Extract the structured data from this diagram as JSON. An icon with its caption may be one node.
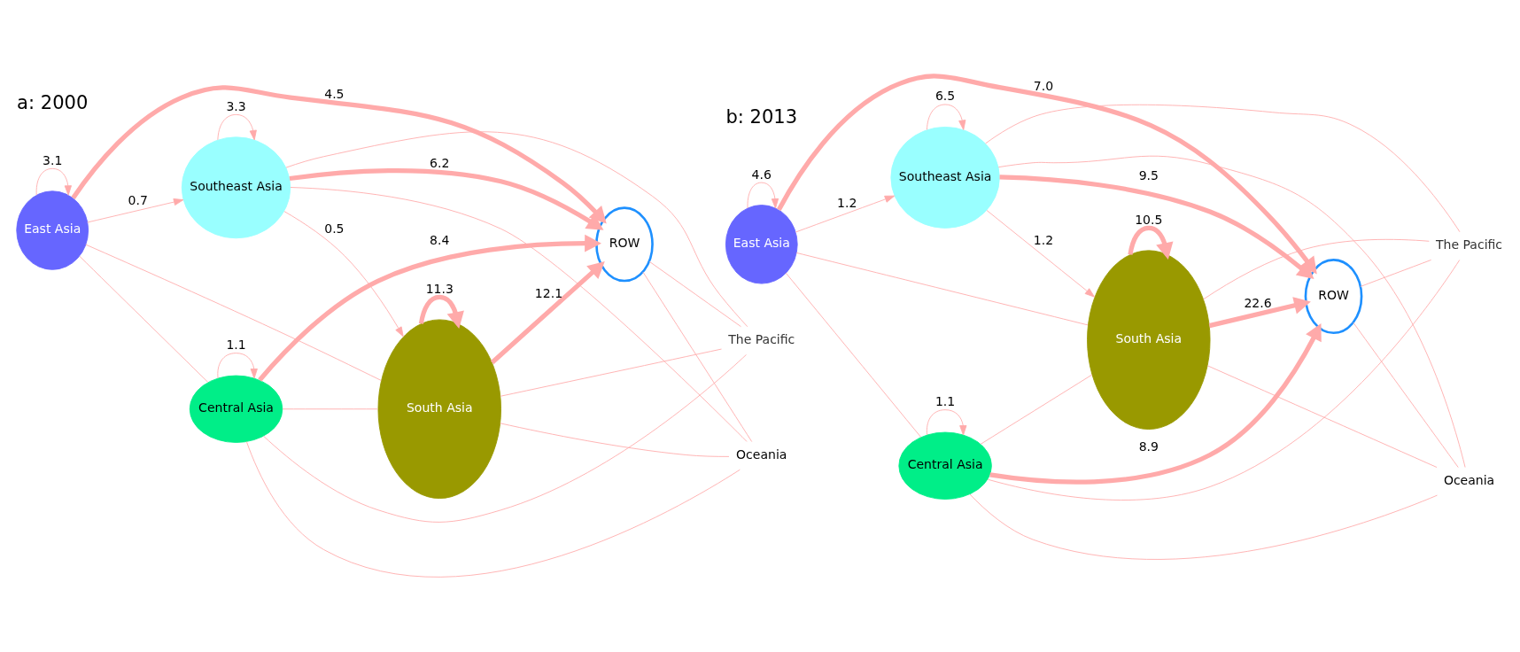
{
  "diagram": {
    "nodes": [
      {
        "text": [
          "East Asia"
        ]
      },
      {
        "text": [
          "Central Asia"
        ]
      },
      {
        "text": [
          "South Asia"
        ]
      },
      {
        "text": [
          "ROW"
        ]
      },
      {
        "text": [
          "Southeast Asia"
        ]
      },
      {
        "text": [
          "Oceania"
        ]
      },
      {
        "text": [
          "The Pacific"
        ]
      },
      {
        "text": [
          "East Asia"
        ]
      },
      {
        "text": [
          "Central Asia"
        ]
      },
      {
        "text": [
          "South Asia"
        ]
      },
      {
        "text": [
          "ROW"
        ]
      },
      {
        "text": [
          "Southeast Asia"
        ]
      },
      {
        "text": [
          "Oceania"
        ]
      },
      {
        "text": [
          "The Pacific"
        ]
      }
    ],
    "edges": [
      {
        "from": 0,
        "to": 0,
        "arrow": "to",
        "label": "3.1"
      },
      {
        "from": 2,
        "to": 2,
        "arrow": "to",
        "label": "11.3",
        "style": "thick"
      },
      {
        "from": 1,
        "to": 1,
        "arrow": "to",
        "label": "1.1"
      },
      {
        "from": 0,
        "to": 3,
        "arrow": "to",
        "label": "4.5",
        "style": "thick"
      },
      {
        "from": 1,
        "to": 3,
        "arrow": "to",
        "label": "8.4",
        "style": "thick"
      },
      {
        "from": 0,
        "to": 4,
        "arrow": "to",
        "label": "0.7"
      },
      {
        "from": 2,
        "to": 3,
        "arrow": "to",
        "label": "12.1",
        "style": "thick"
      },
      {
        "from": 4,
        "to": 4,
        "arrow": "to",
        "label": "3.3"
      },
      {
        "from": 4,
        "to": 2,
        "arrow": "to",
        "label": "0.5"
      },
      {
        "from": 4,
        "to": 3,
        "arrow": "to",
        "label": "6.2",
        "style": "thick"
      },
      {
        "from": 0,
        "to": 1,
        "arrow": "none"
      },
      {
        "from": 0,
        "to": 2,
        "arrow": "none"
      },
      {
        "from": 1,
        "to": 2,
        "arrow": "none"
      },
      {
        "from": 2,
        "to": 5,
        "arrow": "none"
      },
      {
        "from": 2,
        "to": 6,
        "arrow": "none"
      },
      {
        "from": 4,
        "to": 5,
        "arrow": "none"
      },
      {
        "from": 4,
        "to": 6,
        "arrow": "none"
      },
      {
        "from": 1,
        "to": 5,
        "arrow": "none"
      },
      {
        "from": 1,
        "to": 6,
        "arrow": "none"
      },
      {
        "from": 3,
        "to": 5,
        "arrow": "none"
      },
      {
        "from": 3,
        "to": 6,
        "arrow": "none"
      },
      {
        "from": 7,
        "to": 7,
        "arrow": "to",
        "label": "4.6"
      },
      {
        "from": 9,
        "to": 9,
        "arrow": "to",
        "label": "10.5",
        "style": "thick"
      },
      {
        "from": 8,
        "to": 8,
        "arrow": "to",
        "label": "1.1"
      },
      {
        "from": 7,
        "to": 11,
        "arrow": "to",
        "label": "1.2"
      },
      {
        "from": 11,
        "to": 11,
        "arrow": "to",
        "label": "6.5"
      },
      {
        "from": 7,
        "to": 10,
        "arrow": "to",
        "label": "7.0",
        "style": "thick"
      },
      {
        "from": 8,
        "to": 10,
        "arrow": "to",
        "label": "8.9",
        "style": "thick"
      },
      {
        "from": 9,
        "to": 10,
        "arrow": "to",
        "label": "22.6",
        "style": "thick"
      },
      {
        "from": 11,
        "to": 9,
        "arrow": "to",
        "label": "1.2"
      },
      {
        "from": 11,
        "to": 10,
        "arrow": "to",
        "label": "9.5",
        "style": "thick"
      },
      {
        "from": 7,
        "to": 8,
        "arrow": "none"
      },
      {
        "from": 7,
        "to": 9,
        "arrow": "none"
      },
      {
        "from": 8,
        "to": 9,
        "arrow": "none"
      },
      {
        "from": 9,
        "to": 12,
        "arrow": "none"
      },
      {
        "from": 9,
        "to": 13,
        "arrow": "none"
      },
      {
        "from": 11,
        "to": 12,
        "arrow": "none"
      },
      {
        "from": 11,
        "to": 13,
        "arrow": "none"
      },
      {
        "from": 8,
        "to": 12,
        "arrow": "none"
      },
      {
        "from": 8,
        "to": 13,
        "arrow": "none"
      },
      {
        "from": 10,
        "to": 12,
        "arrow": "none"
      },
      {
        "from": 10,
        "to": 13,
        "arrow": "none"
      }
    ],
    "labels": [
      "a: 2000",
      "b: 2013"
    ]
  }
}
